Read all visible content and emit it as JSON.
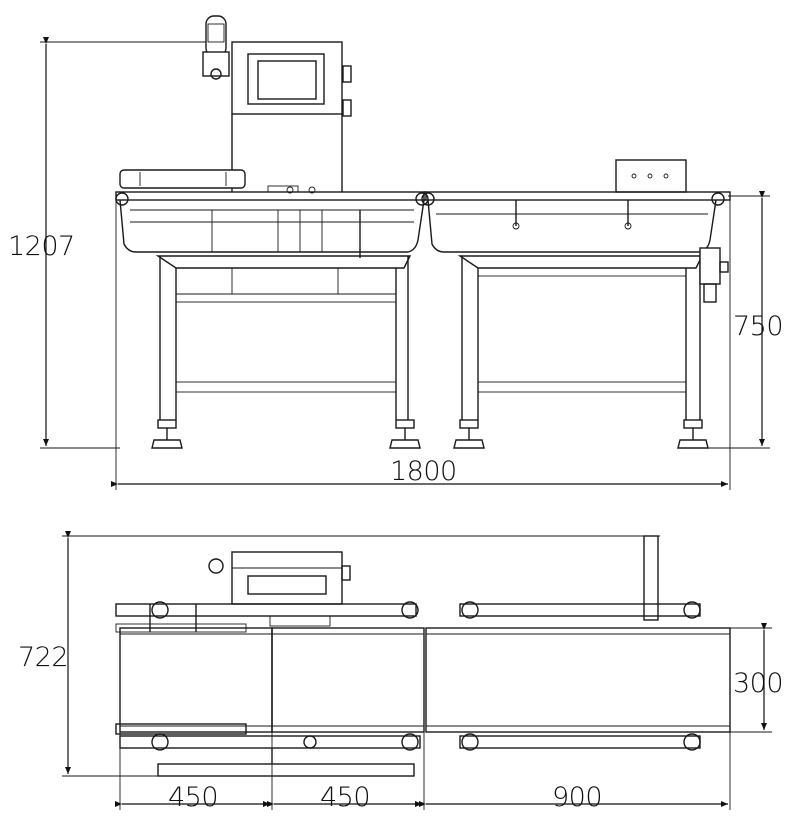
{
  "drawing": {
    "front_view": {
      "height_total": "1207",
      "height_table": "750",
      "length_total": "1800"
    },
    "top_view": {
      "depth_total": "722",
      "belt_width": "300",
      "section_1": "450",
      "section_2": "450",
      "section_3": "900"
    }
  }
}
